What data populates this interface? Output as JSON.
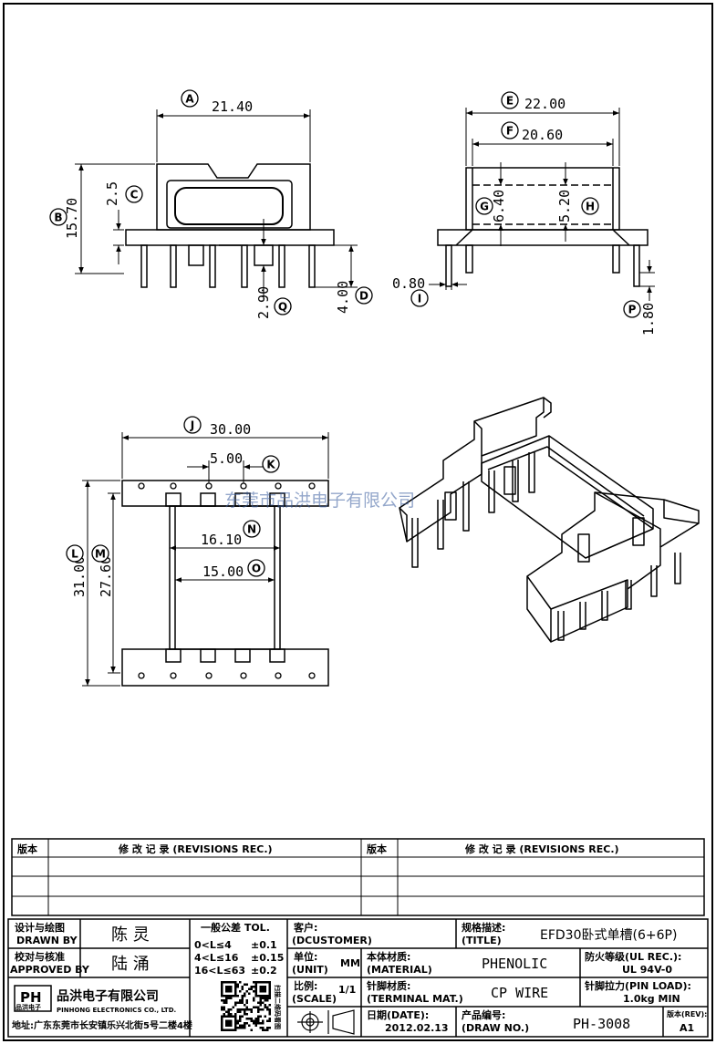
{
  "dimensions": {
    "A": "21.40",
    "B": "15.70",
    "C": "2.5",
    "Q": "2.90",
    "D": "4.00",
    "E": "22.00",
    "F": "20.60",
    "G": "6.40",
    "H": "5.20",
    "I": "0.80",
    "P": "1.80",
    "J": "30.00",
    "K": "5.00",
    "L": "31.00",
    "M": "27.60",
    "N": "16.10",
    "O": "15.00"
  },
  "letters": [
    "A",
    "B",
    "C",
    "D",
    "E",
    "F",
    "G",
    "H",
    "I",
    "J",
    "K",
    "L",
    "M",
    "N",
    "O",
    "P",
    "Q"
  ],
  "watermark": "东莞市品洪电子有限公司",
  "revisions": {
    "col_ver": "版本",
    "col_rec": "修 改 记 录 (REVISIONS REC.)"
  },
  "title_block": {
    "designed_by_label_cn": "设计与绘图",
    "designed_by_label_en": "DRAWN BY",
    "designed_by_value": "陈 灵",
    "approved_by_label_cn": "校对与核准",
    "approved_by_label_en": "APPROVED BY",
    "approved_by_value": "陆 涌",
    "tolerance_title": "一般公差 TOL.",
    "tolerance_rows": [
      {
        "range": "0<L≤4",
        "tol": "±0.1"
      },
      {
        "range": "4<L≤16",
        "tol": "±0.15"
      },
      {
        "range": "16<L≤63",
        "tol": "±0.2"
      }
    ],
    "customer_label_cn": "客户:",
    "customer_label_en": "(DCUSTOMER)",
    "unit_label_cn": "单位:",
    "unit_label_en": "(UNIT)",
    "unit_value": "MM",
    "scale_label_cn": "比例:",
    "scale_label_en": "(SCALE)",
    "scale_value": "1/1",
    "spec_label_cn": "规格描述:",
    "spec_label_en": "(TITLE)",
    "spec_value": "EFD30卧式单槽(6+6P)",
    "material_label_cn": "本体材质:",
    "material_label_en": "(MATERIAL)",
    "material_value": "PHENOLIC",
    "fire_label": "防火等级(UL REC.):",
    "fire_value": "UL 94V-0",
    "terminal_label_cn": "针脚材质:",
    "terminal_label_en": "(TERMINAL MAT.)",
    "terminal_value": "CP WIRE",
    "pin_load_label": "针脚拉力(PIN LOAD):",
    "pin_load_value": "1.0kg MIN",
    "date_label": "日期(DATE):",
    "date_value": "2012.02.13",
    "draw_no_label_cn": "产品编号:",
    "draw_no_label_en": "(DRAW NO.)",
    "draw_no_value": "PH-3008",
    "rev_label": "版本(REV):",
    "rev_value": "A1",
    "company_logo": "PH",
    "company_logo_sub": "品洪电子",
    "company_name_cn": "品洪电子有限公司",
    "company_name_en": "PINHONG ELECTRONICS CO., LTD.",
    "address": "地址:广东东莞市长安镇乐兴北街5号二楼4楼",
    "qr_side_text": "扫描二维码看图"
  }
}
